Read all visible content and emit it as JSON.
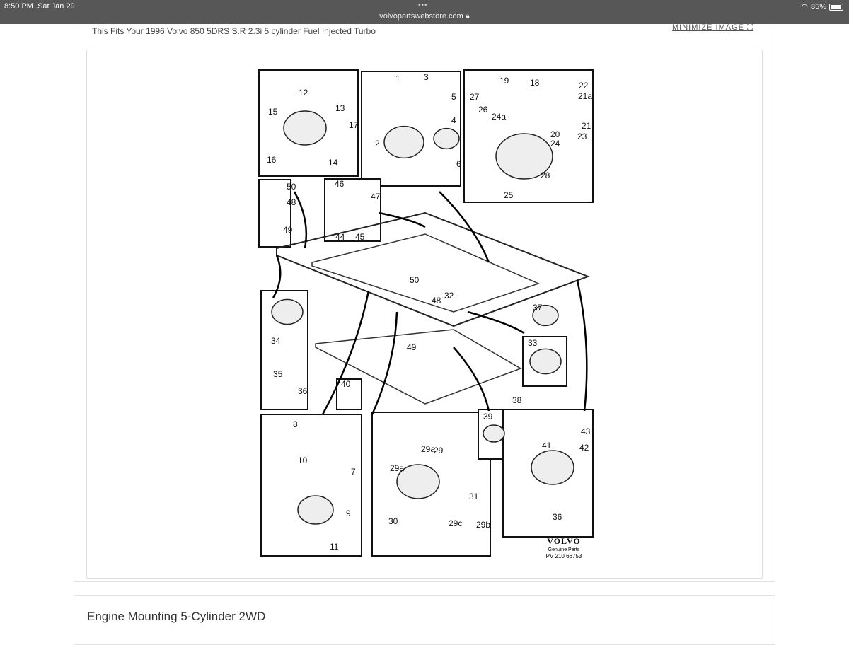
{
  "status_bar": {
    "time": "8:50 PM",
    "date": "Sat Jan 29",
    "url": "volvopartswebstore.com",
    "battery": "85%",
    "wifi_icon": "wifi-icon",
    "lock_icon": "lock-icon"
  },
  "product": {
    "fits_text": "This Fits Your 1996 Volvo 850 5DRS S.R 2.3i 5 cylinder Fuel Injected Turbo",
    "minimize_label": "MINIMIZE IMAGE",
    "caption": "Engine Mounting 5-Cylinder 2WD"
  },
  "diagram": {
    "brand": "VOLVO",
    "brand_sub": "Genuine Parts",
    "code": "PV 210 66753",
    "callouts": [
      "12",
      "13",
      "15",
      "17",
      "16",
      "14",
      "1",
      "3",
      "5",
      "4",
      "2",
      "6",
      "19",
      "18",
      "22",
      "21a",
      "27",
      "26",
      "24a",
      "21",
      "20",
      "23",
      "24",
      "28",
      "25",
      "50",
      "48",
      "49",
      "46",
      "47",
      "44",
      "45",
      "34",
      "35",
      "36",
      "50",
      "48",
      "32",
      "49",
      "37",
      "33",
      "38",
      "40",
      "39",
      "8",
      "10",
      "7",
      "9",
      "11",
      "29a",
      "29",
      "29a",
      "31",
      "30",
      "29c",
      "29b",
      "41",
      "43",
      "42",
      "36"
    ]
  }
}
